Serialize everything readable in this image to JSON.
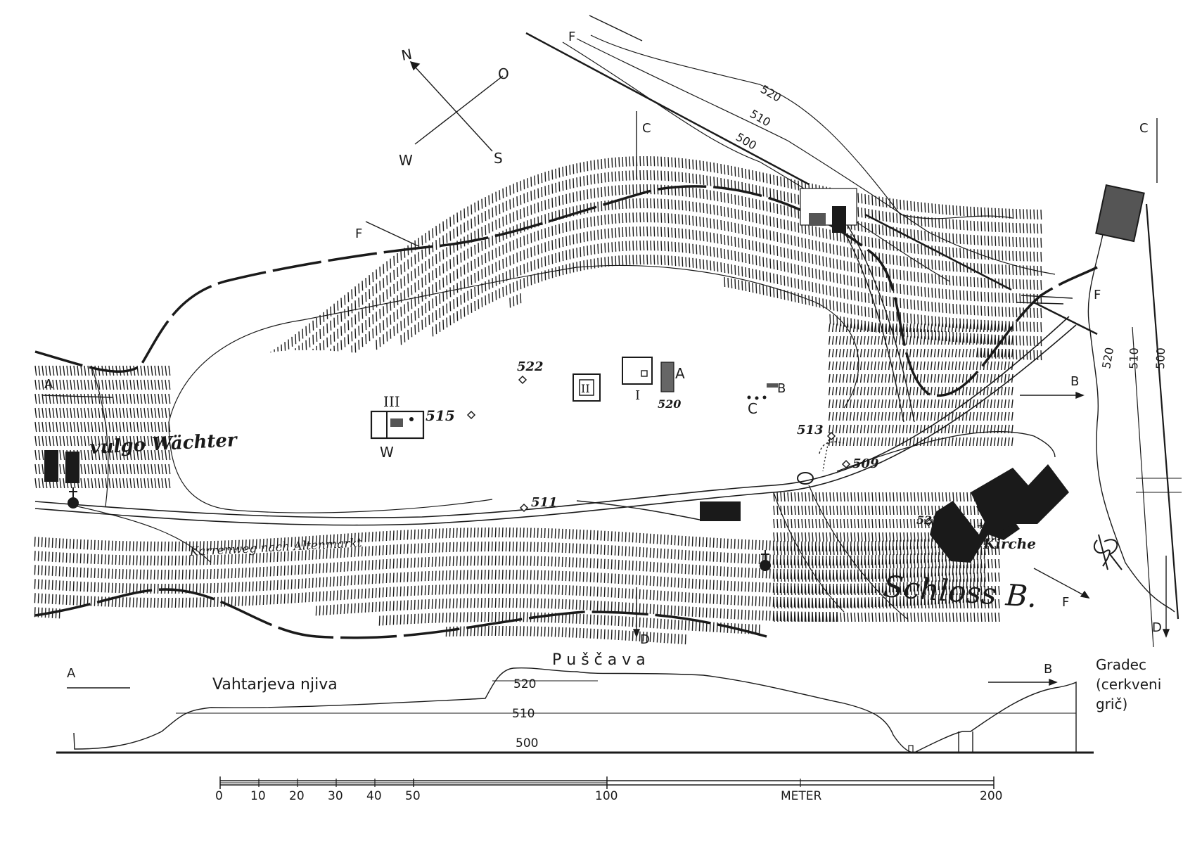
{
  "compass": {
    "north": "N",
    "east": "O",
    "south": "S",
    "west": "W"
  },
  "section_markers": {
    "A": "A",
    "B": "B",
    "C": "C",
    "D": "D",
    "F": "F"
  },
  "elevations": {
    "e522": "522",
    "e520": "520",
    "e515": "515",
    "e513": "513",
    "e511": "511",
    "e509": "509",
    "e527": "527",
    "c500": "500",
    "c510": "510",
    "c520": "520"
  },
  "structures": {
    "I": "I",
    "II": "II",
    "III": "III",
    "W": "W",
    "A": "A",
    "B": "B",
    "C": "C"
  },
  "place_names": {
    "vulgo": "vulgo Wächter",
    "road": "Karrenweg nach Altenmarkt",
    "kirche": "Kirche",
    "schloss": "Schloss B.",
    "puscava": "P u š č a v a",
    "vahtarjeva": "Vahtarjeva njiva",
    "gradec_1": "Gradec",
    "gradec_2": "(cerkveni",
    "gradec_3": "grič)"
  },
  "profile": {
    "l520": "520",
    "l510": "510",
    "l500": "500"
  },
  "scale": {
    "ticks": [
      "0",
      "10",
      "20",
      "30",
      "40",
      "50",
      "100",
      "200"
    ],
    "unit": "METER"
  }
}
